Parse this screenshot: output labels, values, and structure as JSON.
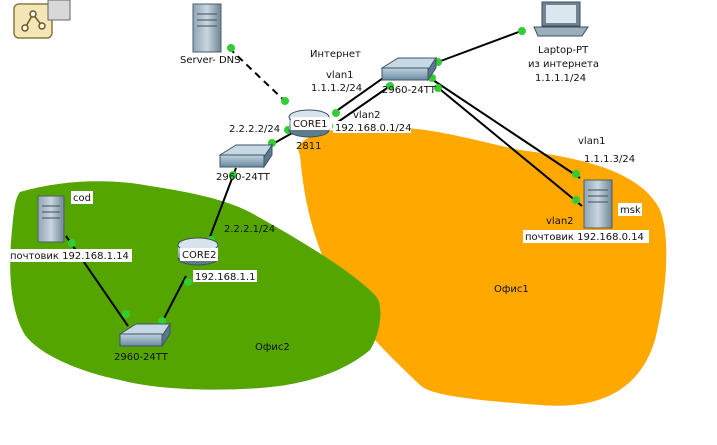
{
  "toolbar": {
    "tool_icon": "network-topology-icon"
  },
  "colors": {
    "office1_region": "#ffa800",
    "office2_region": "#55a500",
    "link_up": "#33cc33",
    "link": "#000000"
  },
  "devices": {
    "server_dns": {
      "label": "Server- DNS",
      "icon": "server-icon"
    },
    "laptop": {
      "label": "Laptop-PT",
      "sub1": "из интернета",
      "sub2": "1.1.1.1/24",
      "icon": "laptop-icon"
    },
    "switch_top": {
      "label": "2960-24TT",
      "icon": "switch-icon"
    },
    "core1": {
      "label": "CORE1",
      "model": "2811",
      "icon": "router-icon"
    },
    "switch_mid": {
      "label": "2960-24TT",
      "icon": "switch-icon"
    },
    "core2": {
      "label": "CORE2",
      "icon": "router-icon"
    },
    "switch_bottom": {
      "label": "2960-24TT",
      "icon": "switch-icon"
    },
    "server_cod": {
      "label": "почтовик 192.168.1.14",
      "tag": "cod",
      "icon": "server-icon"
    },
    "server_msk": {
      "label": "почтовик 192.168.0.14",
      "tag": "msk",
      "icon": "server-icon"
    }
  },
  "labels": {
    "internet": "Интернет",
    "vlan1_top": "vlan1",
    "ip_core1_vlan1": "1.1.1.2/24",
    "vlan2_top": "vlan2",
    "ip_core1_vlan2": "192.168.0.1/24",
    "ip_core1_wan": "2.2.2.2/24",
    "ip_core2_wan": "2.2.2.1/24",
    "ip_core2_lan": "192.168.1.1",
    "vlan1_msk": "vlan1",
    "ip_msk_vlan1": "1.1.1.3/24",
    "vlan2_msk": "vlan2",
    "office1": "Офис1",
    "office2": "Офис2"
  }
}
